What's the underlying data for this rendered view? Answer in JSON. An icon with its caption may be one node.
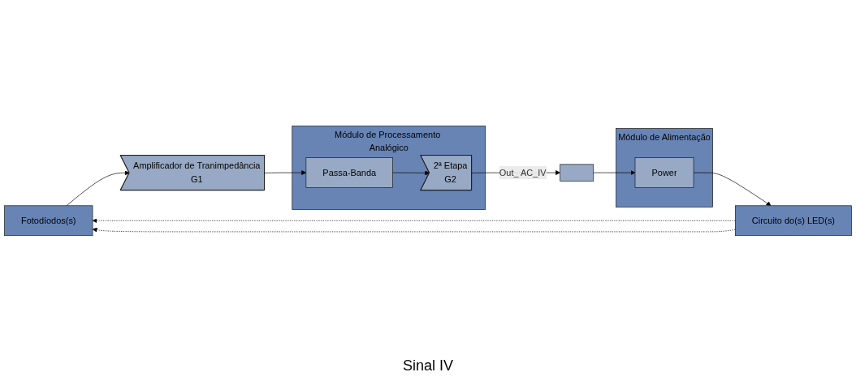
{
  "diagram": {
    "nodes": [
      {
        "text": [
          "Fotodíodos(s)"
        ]
      },
      {
        "text": [
          "Circuito do(s) LED(s)"
        ]
      },
      {
        "text": [
          "Amplificador de Tranimpedância",
          "G1"
        ]
      },
      {
        "text": [
          "Módulo de Processamento Analógico"
        ]
      },
      {
        "text": [
          "Passa-Banda"
        ],
        "in": 3
      },
      {
        "text": [
          "2ª Etapa",
          "G2"
        ],
        "in": 3
      },
      {
        "text": [],
        "shape": "box"
      },
      {
        "text": [
          "Módulo de Alimentação"
        ]
      },
      {
        "text": [
          "Power"
        ],
        "in": 7
      }
    ],
    "edges": [
      {
        "from": 1,
        "to": 0,
        "arrow": "to",
        "style": "dashed"
      },
      {
        "from": 1,
        "to": 0,
        "arrow": "to",
        "style": "dashed"
      },
      {
        "from": 0,
        "to": 2,
        "arrow": "to"
      },
      {
        "from": 2,
        "to": 4,
        "arrow": "to"
      },
      {
        "from": 4,
        "to": 5,
        "arrow": "to"
      },
      {
        "from": 5,
        "to": 6,
        "arrow": "to",
        "label": "Out_ AC_IV"
      },
      {
        "from": 6,
        "to": 8,
        "arrow": "to"
      },
      {
        "from": 8,
        "to": 1,
        "arrow": "to"
      }
    ],
    "labels": [
      "Sinal IV"
    ]
  }
}
